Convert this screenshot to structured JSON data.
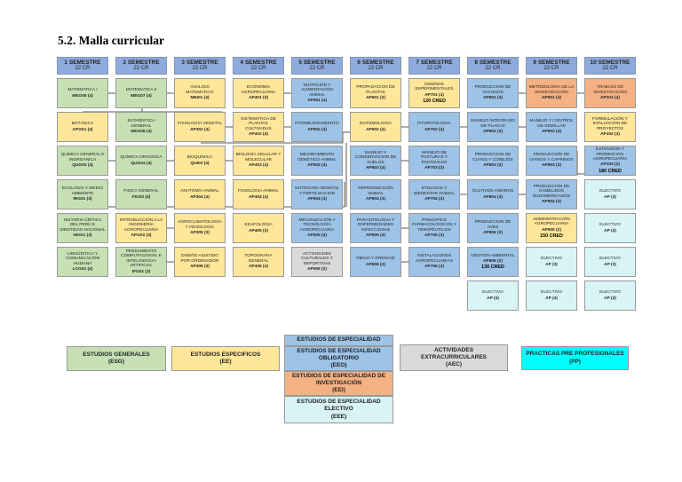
{
  "title": "5.2. Malla curricular",
  "colors": {
    "header": "#8FAADC",
    "ESG": "#C6E0B4",
    "EE": "#FFE699",
    "EEO": "#9DC3E6",
    "EEI": "#F4B183",
    "EEE": "#D8F4F4",
    "AEC": "#D9D9D9",
    "PP": "#00FFFF",
    "connector": "#595959"
  },
  "semesters": [
    {
      "label": "1 SEMESTRE",
      "credits": "22 CR",
      "courses": [
        {
          "name": "MATEMATICA I",
          "code": "MEG05 (4)",
          "type": "ESG"
        },
        {
          "name": "BOTÁNICA",
          "code": "APG01 (4)",
          "type": "EE"
        },
        {
          "name": "QUÍMICA GENERAL E INORGÁNICA",
          "code": "QUG03 (4)",
          "type": "ESG"
        },
        {
          "name": "ECOLOGÍA Y MEDIO AMBIENTE",
          "code": "IRG01 (3)",
          "type": "ESG"
        },
        {
          "name": "HISTORIA CRÍTICA DEL PERÚ E IDENTIDAD NACIONAL",
          "code": "HIG01 (3)",
          "type": "ESG"
        },
        {
          "name": "LINGÜÍSTICA Y COMUNICACIÓN HUMANA",
          "code": "LCG01 (4)",
          "type": "ESG"
        }
      ]
    },
    {
      "label": "2 SEMESTRE",
      "credits": "22 CR",
      "courses": [
        {
          "name": "MATEMATICA II",
          "code": "MEG07 (4)",
          "type": "ESG"
        },
        {
          "name": "ESTADISTICA GENERAL",
          "code": "MEG08 (4)",
          "type": "ESG"
        },
        {
          "name": "QUÍMICA ORGÁNICA",
          "code": "QUG04 (4)",
          "type": "ESG"
        },
        {
          "name": "FISICA GENERAL",
          "code": "FIG03 (4)",
          "type": "ESG"
        },
        {
          "name": "INTRODUCCIÓN A LA INGENIERÍA AGROPECUARIA",
          "code": "APG02 (3)",
          "type": "EE"
        },
        {
          "name": "PENSAMIENTO COMPUTACIONAL E INTELIGENCIA ARTIFICIAL",
          "code": "IFG01 (3)",
          "type": "ESG"
        }
      ]
    },
    {
      "label": "3 SEMESTRE",
      "credits": "22 CR",
      "courses": [
        {
          "name": "ANALISIS MATEMATICO",
          "code": "MEI01 (4)",
          "type": "EE"
        },
        {
          "name": "FISIOLOGÍA VEGETAL",
          "code": "AP302 (4)",
          "type": "EE"
        },
        {
          "name": "BIOQUÍMICA",
          "code": "QUI03 (4)",
          "type": "EE"
        },
        {
          "name": "ANATOMÍA ANIMAL",
          "code": "AP304 (4)",
          "type": "EE"
        },
        {
          "name": "AGROCLIMATOLOGÍA Y FENOLOGÍA",
          "code": "AP305 (3)",
          "type": "EE"
        },
        {
          "name": "DISEÑO ASISTIDO POR ORDENADOR",
          "code": "AP306 (3)",
          "type": "EE"
        }
      ]
    },
    {
      "label": "4 SEMESTRE",
      "credits": "22 CR",
      "courses": [
        {
          "name": "ECONOMIA AGROPECUARIA",
          "code": "AP401 (3)",
          "type": "EE"
        },
        {
          "name": "SISTEMÁTICA DE PLANTAS CULTIVADAS",
          "code": "AP402 (4)",
          "type": "EE"
        },
        {
          "name": "BIOLOGÍA CELULAR Y MOLECULAR",
          "code": "AP403 (4)",
          "type": "EE"
        },
        {
          "name": "FISIOLOGIA ANIMAL",
          "code": "AP404 (4)",
          "type": "EE"
        },
        {
          "name": "EDAFOLOGIA",
          "code": "AP405 (3)",
          "type": "EE"
        },
        {
          "name": "TOPOGRAFIA GENERAL",
          "code": "AP406 (4)",
          "type": "EE"
        }
      ]
    },
    {
      "label": "5 SEMESTRE",
      "credits": "22 CR",
      "courses": [
        {
          "name": "NUTRICIÓN Y ALIMENTACIÓN ANIMAL",
          "code": "AP501 (4)",
          "type": "EEO"
        },
        {
          "name": "FITOMEJORAMIENTO",
          "code": "AP502 (4)",
          "type": "EEO"
        },
        {
          "name": "MEJORAMIENTO GENÉTICO ANIMAL",
          "code": "AP503 (4)",
          "type": "EEO"
        },
        {
          "name": "NUTRICION VEGETAL Y FERTILIZACION",
          "code": "AP504 (4)",
          "type": "EEO"
        },
        {
          "name": "MECANIZACIÓN Y TECNOLOGÍA AGROPECUARIA",
          "code": "AP505 (4)",
          "type": "EEO"
        },
        {
          "name": "ACTIVIDADES CULTURALES Y DEPORTIVAS",
          "code": "AP506 (2)",
          "type": "AEC"
        }
      ]
    },
    {
      "label": "6 SEMESTRE",
      "credits": "22 CR",
      "courses": [
        {
          "name": "PROPAGACION DE PLANTAS",
          "code": "AP601 (3)",
          "type": "EE"
        },
        {
          "name": "ENTOMOLOGÍA",
          "code": "AP602 (4)",
          "type": "EE"
        },
        {
          "name": "MANEJO Y CONSERVACIÓN DE SUELOS",
          "code": "AP603 (4)",
          "type": "EEO"
        },
        {
          "name": "REPRODUCCIÓN ANIMAL",
          "code": "AP604 (4)",
          "type": "EEO"
        },
        {
          "name": "PARASITOLOGIA Y ENFERMEDADES INFECCIOSAS",
          "code": "AP605 (3)",
          "type": "EEO"
        },
        {
          "name": "RIEGO Y DRENAJE",
          "code": "AP606 (4)",
          "type": "EEO"
        }
      ]
    },
    {
      "label": "7 SEMESTRE",
      "credits": "22 CR",
      "courses": [
        {
          "name": "DISEÑOS EXPERIMENTALES",
          "code": "AP701 (4)",
          "extra": "120 CRED",
          "type": "EE"
        },
        {
          "name": "FITOPATOLOGIA",
          "code": "AP702 (4)",
          "type": "EEO"
        },
        {
          "name": "MANEJO DE PASTURAS Y PASTIZALES",
          "code": "AP703 (3)",
          "type": "EEO"
        },
        {
          "name": "ETOLOGÍA Y BIENESTAR ANIMAL",
          "code": "AP704 (4)",
          "type": "EEO"
        },
        {
          "name": "PRINCIPIOS FARMACOLÓGICOS Y TERAPÉUTICOS",
          "code": "AP705 (3)",
          "type": "EEO"
        },
        {
          "name": "INSTALACIONES AGROPECUARIAS",
          "code": "AP706 (4)",
          "type": "EEO"
        }
      ]
    },
    {
      "label": "8 SEMESTRE",
      "credits": "22 CR",
      "courses": [
        {
          "name": "PRODUCCION DE VACUNOS",
          "code": "AP801 (4)",
          "type": "EEO"
        },
        {
          "name": "MANEJO INTEGRADO DE PLAGAS",
          "code": "AP802 (3)",
          "type": "EEO"
        },
        {
          "name": "PRODUCCION DE CUYES Y CONEJOS",
          "code": "AP803 (3)",
          "type": "EEO"
        },
        {
          "name": "CULTIVOS ANDINOS",
          "code": "AP804 (4)",
          "type": "EEO"
        },
        {
          "name": "PRODUCCION DE AVES",
          "code": "AP805 (3)",
          "type": "EEO"
        },
        {
          "name": "GESTION AMBIENTAL",
          "code": "AP806 (2)",
          "extra": "130 CRED",
          "type": "EEO"
        },
        {
          "name": "ELECTIVO",
          "code": "AP (3)",
          "type": "EEE"
        }
      ]
    },
    {
      "label": "9 SEMESTRE",
      "credits": "22 CR",
      "courses": [
        {
          "name": "METODOLOGIA DE LA INVESTIGACIÓN",
          "code": "AP901 (4)",
          "type": "EEI"
        },
        {
          "name": "MANEJO Y CONTROL DE SEMILLAS",
          "code": "AP902 (4)",
          "type": "EEO"
        },
        {
          "name": "PRODUCCIÓN DE OVINOS Y CAPRINOS",
          "code": "AP903 (3)",
          "type": "EEO"
        },
        {
          "name": "PRODUCCION DE CAMELIDOS SUDAMERICANOS",
          "code": "AP904 (3)",
          "type": "EEO"
        },
        {
          "name": "ADMINISTRACIÓN AGROPECUARIA",
          "code": "AP905 (2)",
          "extra": "150 CRED",
          "type": "EE"
        },
        {
          "name": "ELECTIVO",
          "code": "AP (3)",
          "type": "EEE"
        },
        {
          "name": "ELECTIVO",
          "code": "AP (3)",
          "type": "EEE"
        }
      ]
    },
    {
      "label": "10 SEMESTRE",
      "credits": "22 CR",
      "courses": [
        {
          "name": "TRABAJO DE INVESTIGACIÓN",
          "code": "AP101 (4)",
          "type": "EEI"
        },
        {
          "name": "FORMULACIÓN Y EVALUACIÓN DE PROYECTOS",
          "code": "AP102 (4)",
          "type": "EE"
        },
        {
          "name": "EXTENSIÓN Y PROMOCIÓN AGROPECUARIA",
          "code": "AP103 (2)",
          "extra": "180 CRED",
          "type": "EEO"
        },
        {
          "name": "ELECTIVO",
          "code": "AP (3)",
          "type": "EEE"
        },
        {
          "name": "ELECTIVO",
          "code": "AP (3)",
          "type": "EEE"
        },
        {
          "name": "ELECTIVO",
          "code": "AP (3)",
          "type": "EEE"
        },
        {
          "name": "ELECTIVO",
          "code": "AP (3)",
          "type": "EEE"
        }
      ]
    }
  ],
  "legend": {
    "generales": {
      "line1": "ESTUDIOS GENERALES",
      "line2": "(ESG)"
    },
    "especificos": {
      "line1": "ESTUDIOS ESPECIFICOS",
      "line2": "(EE)"
    },
    "especialidad_header": "ESTUDIOS DE ESPECIALIDAD",
    "especialidad": [
      {
        "line1": "ESTUDIOS DE ESPECIALIDAD",
        "line2": "OBLIGATORIO",
        "line3": "(EEO)",
        "type": "EEO"
      },
      {
        "line1": "ESTUDIOS DE ESPECIALIDAD DE",
        "line2": "INVESTIGACIÓN",
        "line3": "(EEI)",
        "type": "EEI"
      },
      {
        "line1": "ESTUDIOS DE ESPECIALIDAD",
        "line2": "ELECTIVO",
        "line3": "(EEE)",
        "type": "EEE"
      }
    ],
    "extracurriculares": {
      "line1": "ACTIVIDADES",
      "line2": "EXTRACURRICULARES",
      "line3": "(AEC)"
    },
    "practicas": {
      "line1": "PRACTICAS PRE PROFESIONALES",
      "line2": "(PP)"
    }
  }
}
